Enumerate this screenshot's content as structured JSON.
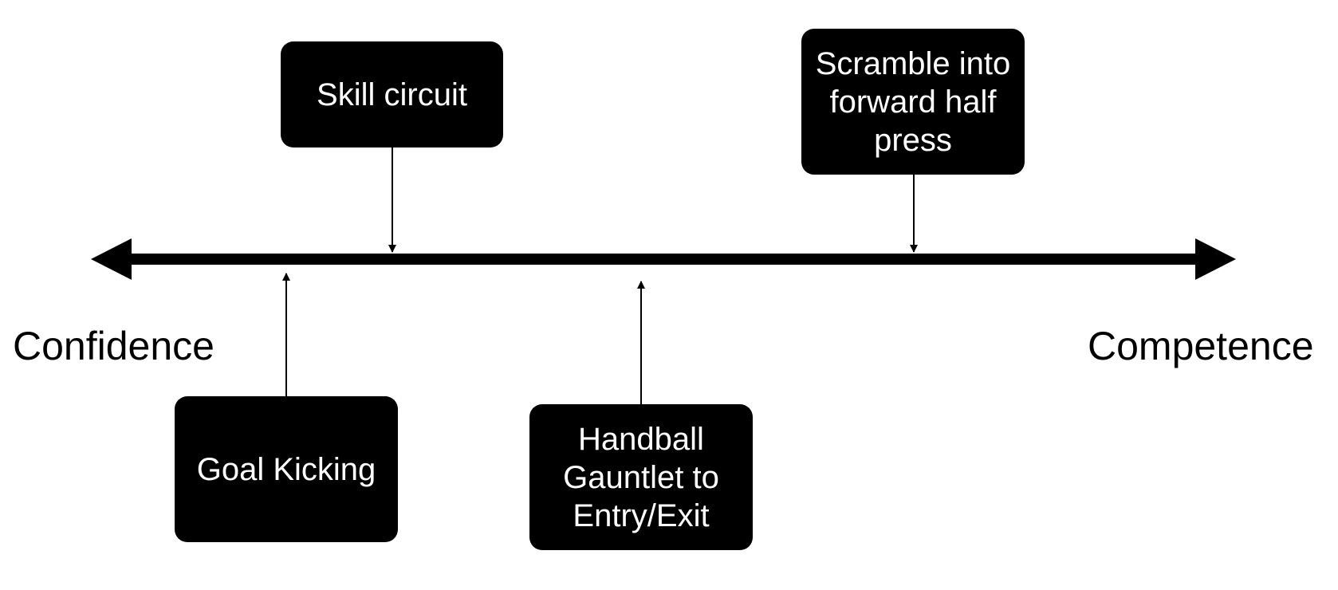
{
  "diagram": {
    "axis": {
      "left_label": "Confidence",
      "right_label": "Competence"
    },
    "activities": [
      {
        "id": "skill-circuit",
        "label": "Skill circuit"
      },
      {
        "id": "scramble",
        "label": "Scramble into\nforward half\npress"
      },
      {
        "id": "goal-kicking",
        "label": "Goal Kicking"
      },
      {
        "id": "handball-gauntlet",
        "label": "Handball\nGauntlet to\nEntry/Exit"
      }
    ],
    "colors": {
      "box_fill": "#000000",
      "box_text": "#ffffff",
      "line": "#000000"
    }
  }
}
